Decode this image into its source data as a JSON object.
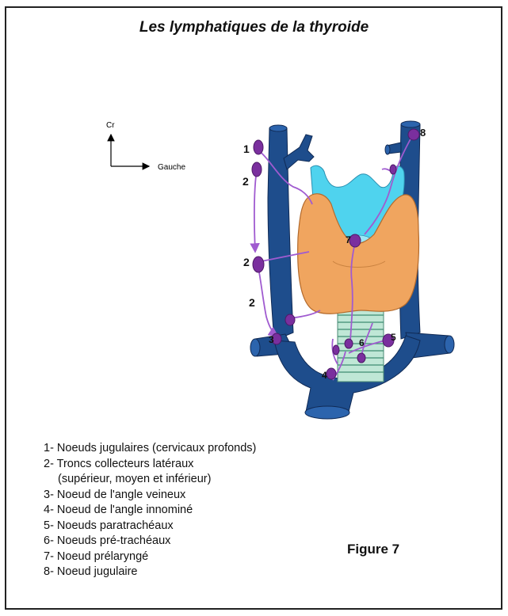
{
  "title": "Les lymphatiques de la thyroide",
  "axes": {
    "up_label": "Cr",
    "right_label": "Gauche"
  },
  "markers": [
    "1",
    "2",
    "2",
    "2",
    "3",
    "4",
    "5",
    "6",
    "7",
    "8"
  ],
  "legend": [
    "1- Noeuds jugulaires (cervicaux profonds)",
    "2- Troncs collecteurs latéraux",
    "(supérieur, moyen et inférieur)",
    "3- Noeud de l'angle veineux",
    "4- Noeud de l'angle innominé",
    "5- Noeuds paratrachéaux",
    "6- Noeuds pré-trachéaux",
    "7- Noeud prélaryngé",
    "8- Noeud jugulaire"
  ],
  "figure_label": "Figure 7",
  "colors": {
    "vein": "#1e4d8c",
    "thyroid": "#f0a55f",
    "larynx": "#4fd3ee",
    "trachea": "#bfe7d6",
    "node": "#7a2f9e",
    "lymph_vessel": "#a05bd0"
  }
}
